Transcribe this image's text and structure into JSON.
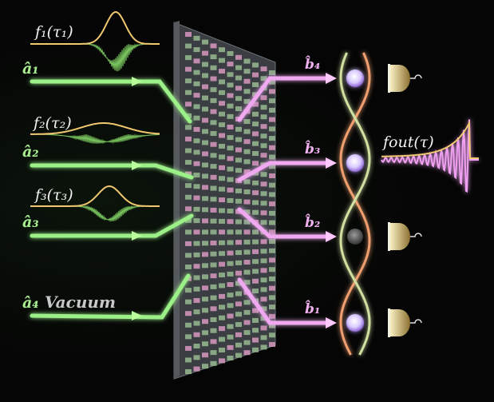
{
  "inputs": [
    {
      "mode": "â₁",
      "pulse_label": "f₁(τ₁)"
    },
    {
      "mode": "â₂",
      "pulse_label": "f₂(τ₂)"
    },
    {
      "mode": "â₃",
      "pulse_label": "f₃(τ₃)"
    },
    {
      "mode": "â₄",
      "pulse_label": "Vacuum"
    }
  ],
  "outputs": [
    "b̂₄",
    "b̂₃",
    "b̂₂",
    "b̂₁"
  ],
  "output_pulse_label": "fout(τ)",
  "colors": {
    "input_beam": "#8cf078",
    "output_beam": "#f0a0f0",
    "envelope": "#f0c870",
    "helix_a": "#f0a070",
    "helix_b": "#c8e8a0",
    "photon": "#d8c8ff",
    "detector": "#e8d8a0"
  }
}
